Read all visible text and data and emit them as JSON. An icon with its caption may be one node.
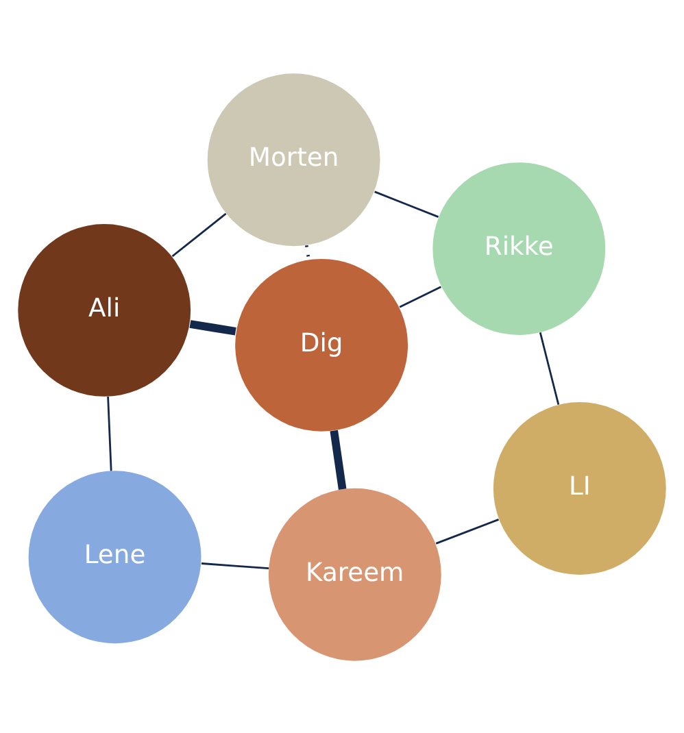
{
  "diagram": {
    "nodes": [
      {
        "text": [
          "Lene"
        ]
      },
      {
        "text": [
          "Kareem"
        ]
      },
      {
        "text": [
          "Ali"
        ]
      },
      {
        "text": [
          "Dig"
        ]
      },
      {
        "text": [
          "LI"
        ]
      },
      {
        "text": [
          "Morten"
        ]
      },
      {
        "text": [
          "Rikke"
        ]
      }
    ],
    "edges": [
      {
        "from": 0,
        "to": 1,
        "arrow": "none"
      },
      {
        "from": 1,
        "to": 4,
        "arrow": "none"
      },
      {
        "from": 4,
        "to": 6,
        "arrow": "none"
      },
      {
        "from": 6,
        "to": 5,
        "arrow": "none"
      },
      {
        "from": 5,
        "to": 2,
        "arrow": "none"
      },
      {
        "from": 2,
        "to": 0,
        "arrow": "none"
      },
      {
        "from": 2,
        "to": 3,
        "arrow": "none",
        "style": "thick"
      },
      {
        "from": 1,
        "to": 3,
        "arrow": "none",
        "style": "thick"
      },
      {
        "from": 6,
        "to": 3,
        "arrow": "none"
      },
      {
        "from": 5,
        "to": 3,
        "arrow": "none",
        "style": "dashed"
      }
    ]
  }
}
